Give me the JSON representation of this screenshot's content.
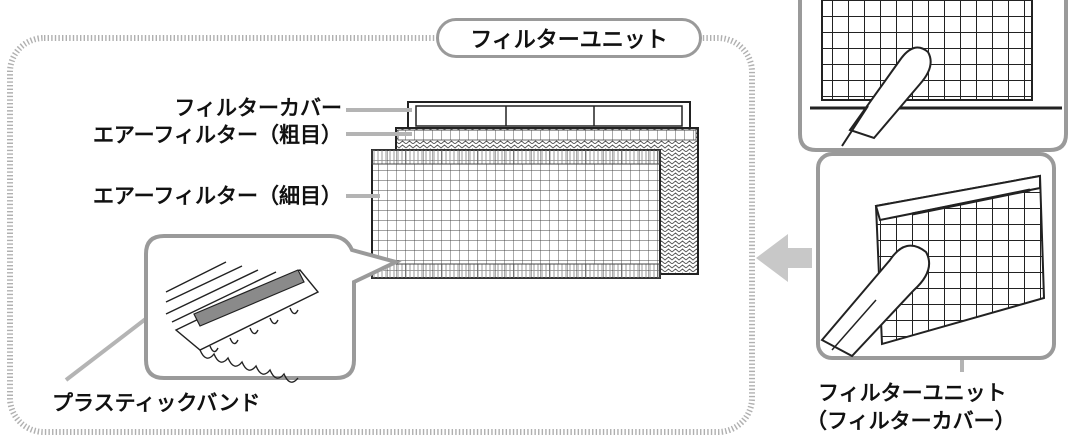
{
  "title": "フィルターユニット",
  "labels": {
    "filter_cover": "フィルターカバー",
    "air_filter_coarse": "エアーフィルター（粗目）",
    "air_filter_fine": "エアーフィルター（細目）",
    "plastic_band": "プラスティックバンド",
    "unit_caption_line1": "フィルターユニット",
    "unit_caption_line2": "（フィルターカバー）"
  },
  "colors": {
    "frame_gray": "#9a9a9a",
    "arrow_gray": "#c8c8c8",
    "band_gray": "#8a8a8a",
    "line_dark": "#222222"
  }
}
